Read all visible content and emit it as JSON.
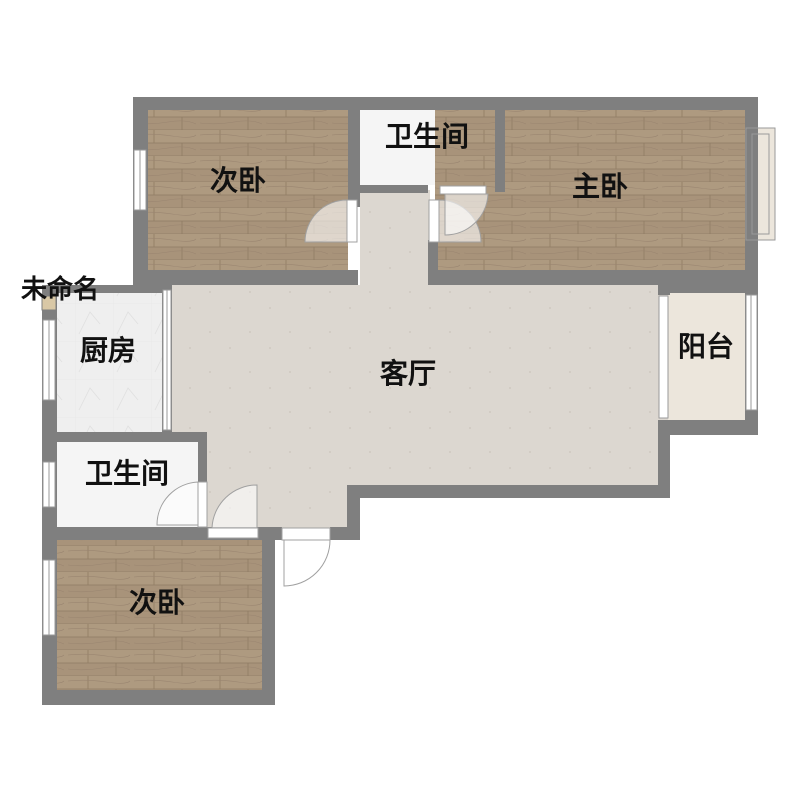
{
  "floorplan": {
    "labels": {
      "bedroom_top_left": "次卧",
      "bathroom_top": "卫生间",
      "master_bedroom": "主卧",
      "unnamed": "未命名",
      "kitchen": "厨房",
      "living_room": "客厅",
      "balcony": "阳台",
      "bathroom_left": "卫生间",
      "bedroom_bottom_left": "次卧"
    },
    "colors": {
      "wall": "#7f7f7f",
      "wood_floor": "#a8937a",
      "tile_floor": "#dcd7d0",
      "kitchen_floor": "#eeeeee",
      "bathroom_floor": "#f5f5f5",
      "balcony_floor": "#ece6dc",
      "background": "#ffffff"
    }
  }
}
